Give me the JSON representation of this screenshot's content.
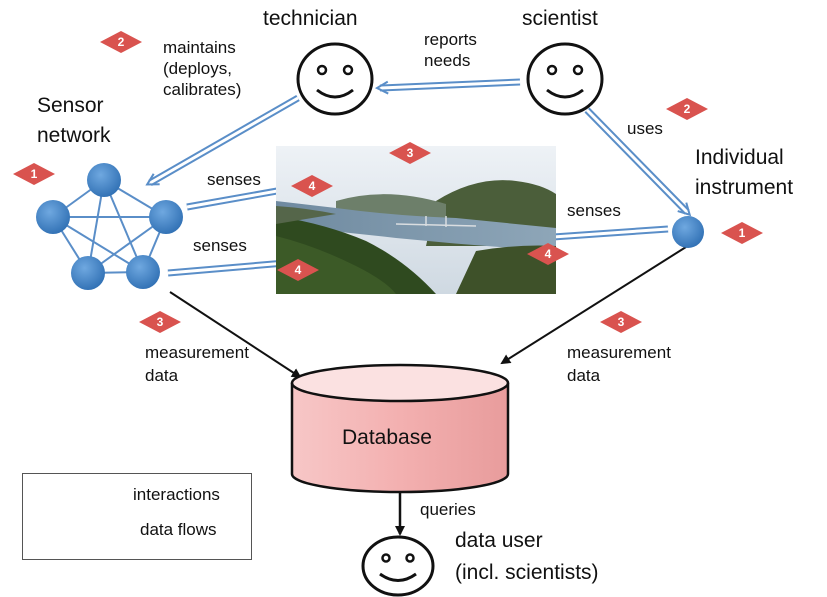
{
  "roles": {
    "technician": "technician",
    "scientist": "scientist",
    "data_user_line1": "data user",
    "data_user_line2": "(incl. scientists)"
  },
  "components": {
    "sensor_network_line1": "Sensor",
    "sensor_network_line2": "network",
    "individual_instrument_line1": "Individual",
    "individual_instrument_line2": "instrument",
    "database": "Database"
  },
  "edge_labels": {
    "maintains_line1": "maintains",
    "maintains_line2": "(deploys,",
    "maintains_line3": "calibrates)",
    "reports_needs_line1": "reports",
    "reports_needs_line2": "needs",
    "uses": "uses",
    "senses_top": "senses",
    "senses_bottom": "senses",
    "senses_right": "senses",
    "measurement_left_line1": "measurement",
    "measurement_left_line2": "data",
    "measurement_right_line1": "measurement",
    "measurement_right_line2": "data",
    "queries": "queries"
  },
  "badges": {
    "b_maintains": "2",
    "b_uses": "2",
    "b_sensor": "1",
    "b_instrument": "1",
    "b_photo": "3",
    "b_senses_top": "4",
    "b_senses_bottom": "4",
    "b_senses_right": "4",
    "b_meas_left": "3",
    "b_meas_right": "3"
  },
  "legend": {
    "interactions": "interactions",
    "data_flows": "data flows"
  },
  "colors": {
    "badge_red": "#d9534f",
    "interaction_blue": "#4f81bd",
    "node_blue": "#3a7cc0",
    "database_pink": "#f2b4b4"
  }
}
